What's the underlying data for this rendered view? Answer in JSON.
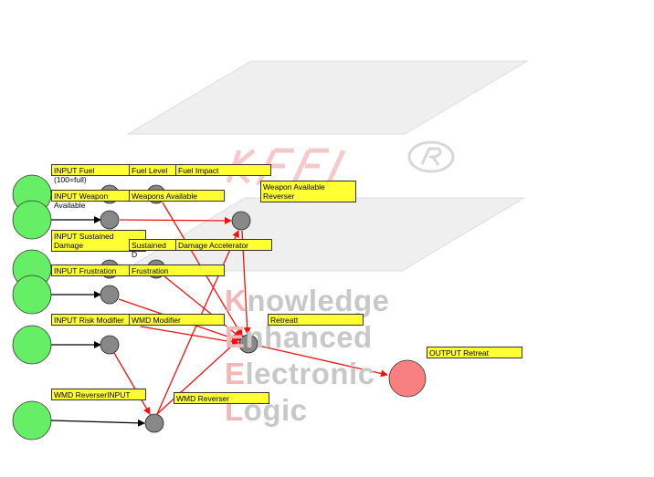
{
  "watermark": {
    "lines": [
      {
        "first": "K",
        "rest": "nowledge"
      },
      {
        "first": "E",
        "rest": "nhanced"
      },
      {
        "first": "E",
        "rest": "lectronic"
      },
      {
        "first": "L",
        "rest": "ogic"
      }
    ]
  },
  "labels": {
    "fuel_input": "INPUT Fuel (100=full)",
    "fuel_level": "Fuel Level",
    "fuel_impact": "Fuel Impact",
    "weapon_input": "INPUT Weapon Available",
    "weapons_available": "Weapons Available",
    "weapon_reverser": "Weapon Available Reverser",
    "damage_input": "INPUT Sustained Damage",
    "sustained_damage": "Sustained D",
    "damage_accelerator": "Damage Accelerator",
    "frustration_input": "INPUT Frustration",
    "frustration": "Frustration",
    "risk_input": "INPUT Risk Modifier",
    "wmd_modifier": "WMD Modifier",
    "retreat": "Retreatt",
    "output_retreat": "OUTPUT Retreat",
    "wmd_reverser_input": "WMD ReverserINPUT",
    "wmd_reverser": "WMD Reverser"
  },
  "colors": {
    "input_node": "#66ee66",
    "process_node": "#888888",
    "output_node": "#f88080",
    "link_red": "#ee1111",
    "link_black": "#000000",
    "label_bg": "#ffff33"
  }
}
